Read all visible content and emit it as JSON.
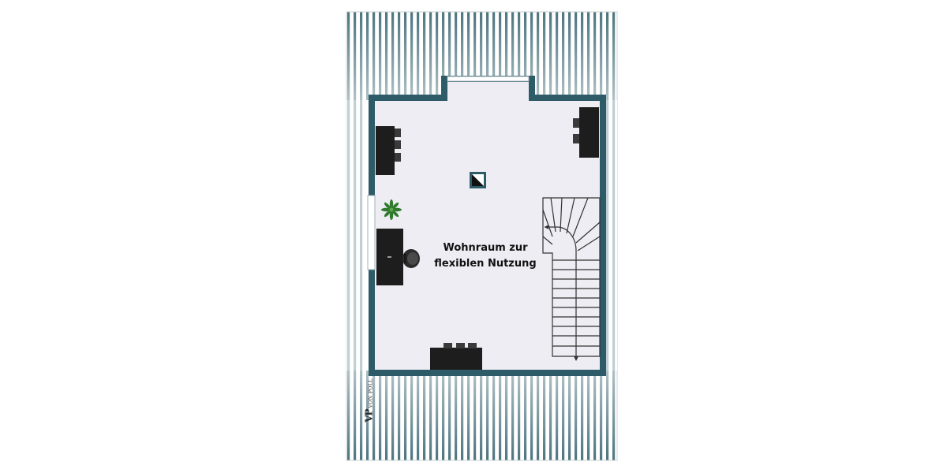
{
  "room": {
    "label_line1": "Wohnraum zur",
    "label_line2": "flexiblen Nutzung"
  },
  "logo": {
    "mark": "VP",
    "name": "VON POLL"
  },
  "colors": {
    "wall": "#2e5b68",
    "floor": "#ededf3",
    "roof_stripe": "#4e7580",
    "furniture": "#1d1d1d",
    "plant": "#2f7a2c"
  },
  "icons": {
    "plant": "plant-icon",
    "chimney": "chimney-icon",
    "chair": "office-chair-icon"
  }
}
